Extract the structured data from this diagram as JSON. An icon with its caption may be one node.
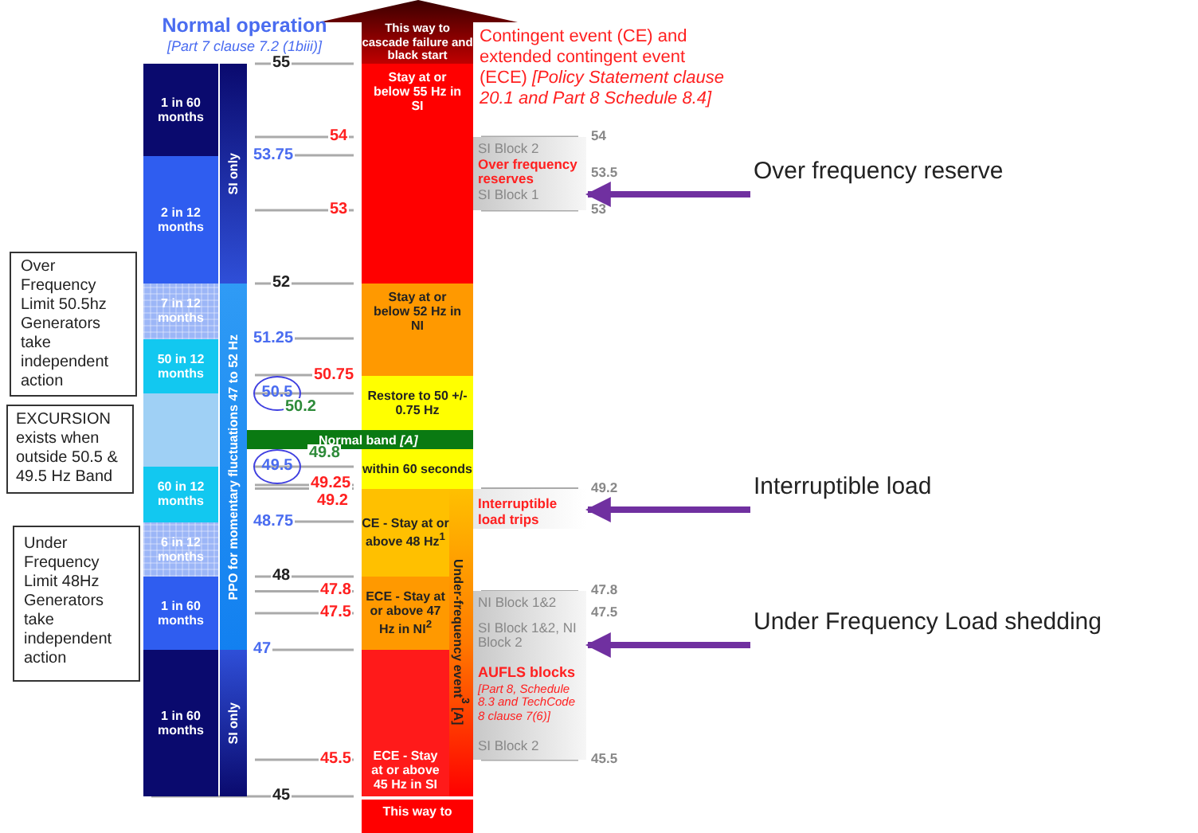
{
  "diagram": {
    "nodes": [
      {
        "text": [
          "1 in 60 months"
        ]
      },
      {
        "text": [
          "2 in 12 months"
        ]
      },
      {
        "text": [
          "7 in 12 months"
        ]
      },
      {
        "text": [
          "50 in 12 months"
        ]
      },
      {
        "text": [],
        "shape": "box"
      },
      {
        "text": [
          "60 in 12 months"
        ]
      },
      {
        "text": [
          "6 in 12 months"
        ]
      },
      {
        "text": [
          "1 in 60 months"
        ]
      },
      {
        "text": [
          "1 in 60 months"
        ]
      },
      {
        "text": [
          "SI only"
        ]
      },
      {
        "text": [
          "PPO for momentary fluctuations 47 to 52 Hz"
        ]
      },
      {
        "text": [
          "SI only"
        ]
      },
      {
        "text": [
          "Normal band *[A]*"
        ]
      },
      {
        "text": [
          "This way to cascade failure and black start"
        ]
      },
      {
        "text": [
          "Stay at or below 55 Hz in SI"
        ]
      },
      {
        "text": [
          "Stay at or below 52 Hz in NI"
        ]
      },
      {
        "text": [
          "Restore to 50 +/- 0.75 Hz"
        ]
      },
      {
        "text": [
          "within 60 seconds"
        ]
      },
      {
        "text": [
          "CE - Stay at or above 48 Hz$^{1}$"
        ]
      },
      {
        "text": [
          "ECE - Stay at or above 47 Hz in NI$^{2}$"
        ]
      },
      {
        "text": [
          "ECE - Stay at or above 45 Hz in SI"
        ]
      },
      {
        "text": [
          "Under-frequency event$^{3}$ [A]"
        ]
      },
      {
        "text": [
          "This way to"
        ]
      },
      {
        "text": [
          "SI Block 2",
          "Over frequency reserves",
          "SI Block 1"
        ]
      },
      {
        "text": [
          "Interruptible load trips"
        ]
      },
      {
        "text": [
          "NI Block 1&2",
          "SI Block 1&2, NI Block 2",
          "AUFLS blocks",
          "[Part 8, Schedule 8.3 and TechCode 8 clause 7(6)]",
          "SI Block 2"
        ]
      },
      {
        "text": [
          "Over Frequency Limit 50.5hz Generators take independent action"
        ]
      },
      {
        "text": [
          "EXCURSION exists when outside 50.5 & 49.5 Hz Band"
        ]
      },
      {
        "text": [
          "Under Frequency Limit 48Hz Generators take independent action"
        ]
      },
      {
        "text": [
          "Over frequency reserve"
        ]
      },
      {
        "text": [
          "Interruptible load"
        ]
      },
      {
        "text": [
          "Under Frequency Load shedding"
        ]
      },
      {
        "text": [
          "50.5"
        ]
      },
      {
        "text": [
          "49.5"
        ]
      }
    ],
    "edges": [
      {
        "from": 29,
        "to": 23,
        "arrow": "to"
      },
      {
        "from": 30,
        "to": 24,
        "arrow": "to"
      },
      {
        "from": 31,
        "to": 25,
        "arrow": "to"
      }
    ],
    "labels": [
      "Normal operation",
      "[Part 7 clause 7.2 (1biii)]",
      "Contingent event (CE) and extended contingent event (ECE) *[Policy Statement clause 20.1 and Part 8 Schedule 8.4]*",
      "55",
      "54",
      "53.75",
      "53",
      "52",
      "51.25",
      "50.75",
      "50.2",
      "49.8",
      "49.25",
      "49.2",
      "48.75",
      "48",
      "47.8",
      "47.5",
      "47",
      "45.5",
      "45",
      "54",
      "53.5",
      "53",
      "49.2",
      "47.8",
      "47.5",
      "45.5"
    ]
  }
}
